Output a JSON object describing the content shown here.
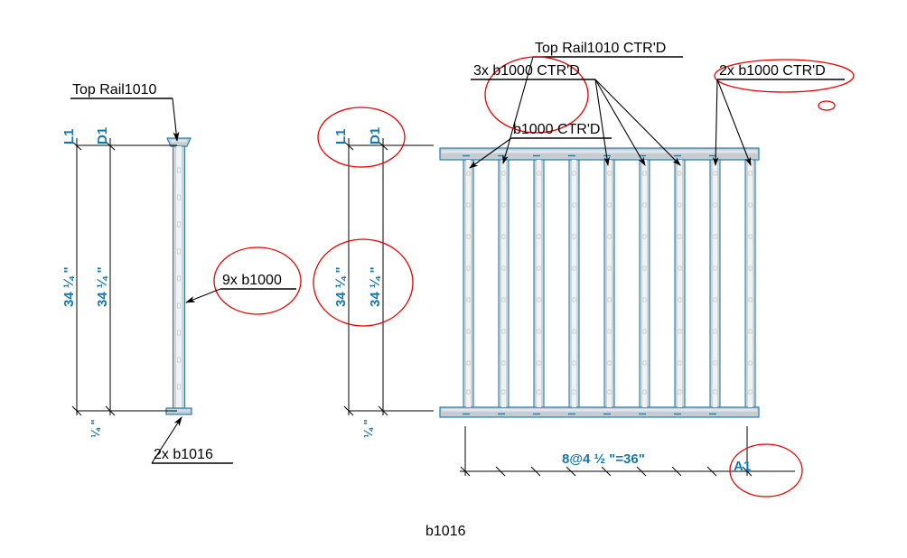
{
  "drawing": {
    "title": "b1016",
    "annotations": {
      "top_rail_left": "Top Rail1010",
      "post_qty": "9x b1000",
      "base_qty": "2x b1016",
      "top_rail_right": "Top Rail1010 CTR'D",
      "three_b1000": "3x  b1000 CTR'D",
      "one_b1000": "b1000 CTR'D",
      "two_b1000": "2x b1000 CTR'D"
    },
    "dimensions": {
      "left": {
        "l1_label": "L1",
        "d1_label": "D1",
        "l1_value": "34 ¼ \"",
        "d1_value": "34 ¼ \"",
        "offset_value": "¼ \""
      },
      "middle": {
        "l1_label": "L1",
        "d1_label": "D1",
        "l1_value": "34 ¼ \"",
        "d1_value": "34 ¼ \"",
        "offset_value": "¼ \""
      },
      "bottom_run": "8@4 ½ \"=36\"",
      "run_tag": "A1"
    },
    "colors": {
      "dimension_text": "#1479a8",
      "markup_ellipse": "#e60000",
      "leader_line": "#000000",
      "steel_fill": "#c6cdd2",
      "steel_edge": "#2b7fa8"
    },
    "elevation": {
      "picket_count": 9,
      "spacing_note": "8@4 ½ \"=36\""
    }
  }
}
